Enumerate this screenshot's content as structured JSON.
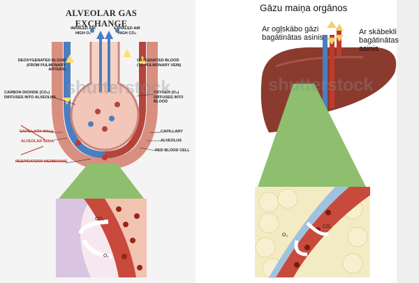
{
  "left_diagram": {
    "title": "ALVEOLAR GAS EXCHANGE",
    "labels": {
      "inhaled_air_1": "INHALED AIR",
      "inhaled_air_2": "HIGH O₂",
      "exhaled_air_1": "EXHALED AIR",
      "exhaled_air_2": "HIGH CO₂",
      "deoxy_1": "DEOXYGENATED BLOOD",
      "deoxy_2": "(FROM PULMONARY ARTERY)",
      "oxy_1": "OXYGENATED BLOOD",
      "oxy_2": "(TO PULMONARY VEIN)",
      "co2_diff_1": "CARBON DIOXIDE (CO₂)",
      "co2_diff_2": "DIFFUSES INTO ALVEOLUS",
      "o2_diff_1": "OXYGEN (O₂)",
      "o2_diff_2": "DIFFUSES INTO BLOOD",
      "capillary_wall": "CAPILLARY WALL",
      "alveolar_wall": "ALVEOLAR WALL",
      "respiratory_membrane": "RESPIRATORY MEMBRANE",
      "capillary": "CAPILLARY",
      "alveolus": "ALVEOLUS",
      "red_blood_cell": "RED BLOOD CELL"
    },
    "zoom": {
      "co2": "CO₂",
      "o2": "O₂"
    }
  },
  "right_diagram": {
    "title": "Gāzu maiņa orgānos",
    "label_left_1": "Ar ogļskābo gāzi",
    "label_left_2": "bagātinātas asinis",
    "label_right_1": "Ar skābekli",
    "label_right_2": "bagātinātas asinis",
    "zoom": {
      "co2": "CO₂",
      "o2": "O₂"
    }
  },
  "watermark": "shutterstock",
  "colors": {
    "triangle": "#8dbf6f",
    "deoxy": "#4a7ec0",
    "oxy": "#b5443c",
    "liver": "#8b3a2e"
  }
}
